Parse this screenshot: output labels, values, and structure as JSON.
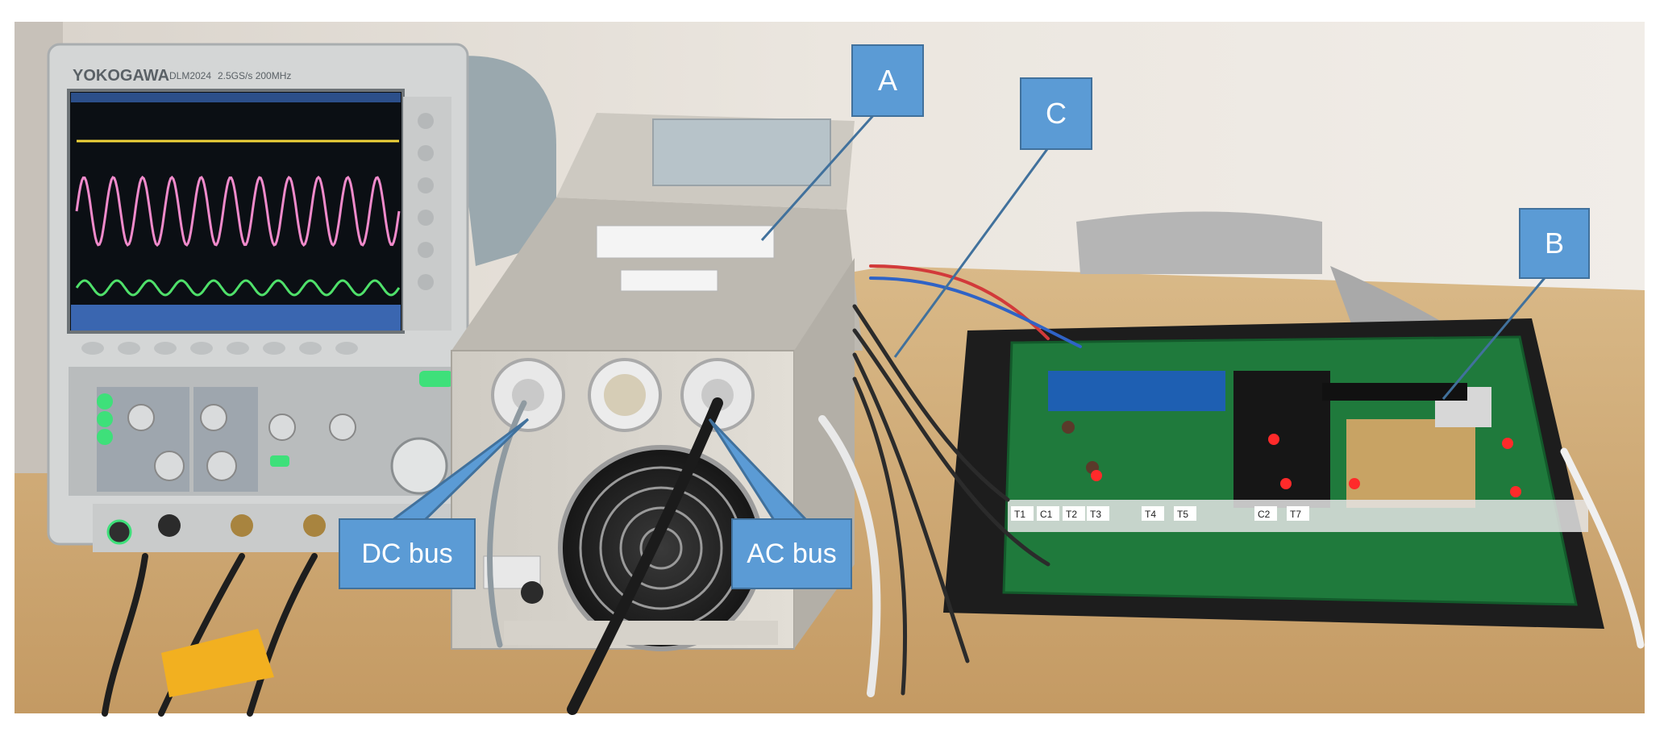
{
  "scope": {
    "brand": "YOKOGAWA",
    "model": "DLM2024",
    "spec": "2.5GS/s 200MHz"
  },
  "labels": {
    "a": "A",
    "b": "B",
    "c": "C",
    "dc_bus": "DC bus",
    "ac_bus": "AC bus"
  },
  "channel_tags": [
    "T1",
    "C1",
    "T2",
    "T3",
    "T4",
    "T5",
    "C2",
    "T7"
  ],
  "colors": {
    "callout_fill": "#5b9bd5",
    "callout_border": "#41719c",
    "trace_ch1": "#f2d43a",
    "trace_ch2": "#f08acb",
    "trace_ch3": "#4fe06a",
    "pcb": "#1f7a3c"
  }
}
